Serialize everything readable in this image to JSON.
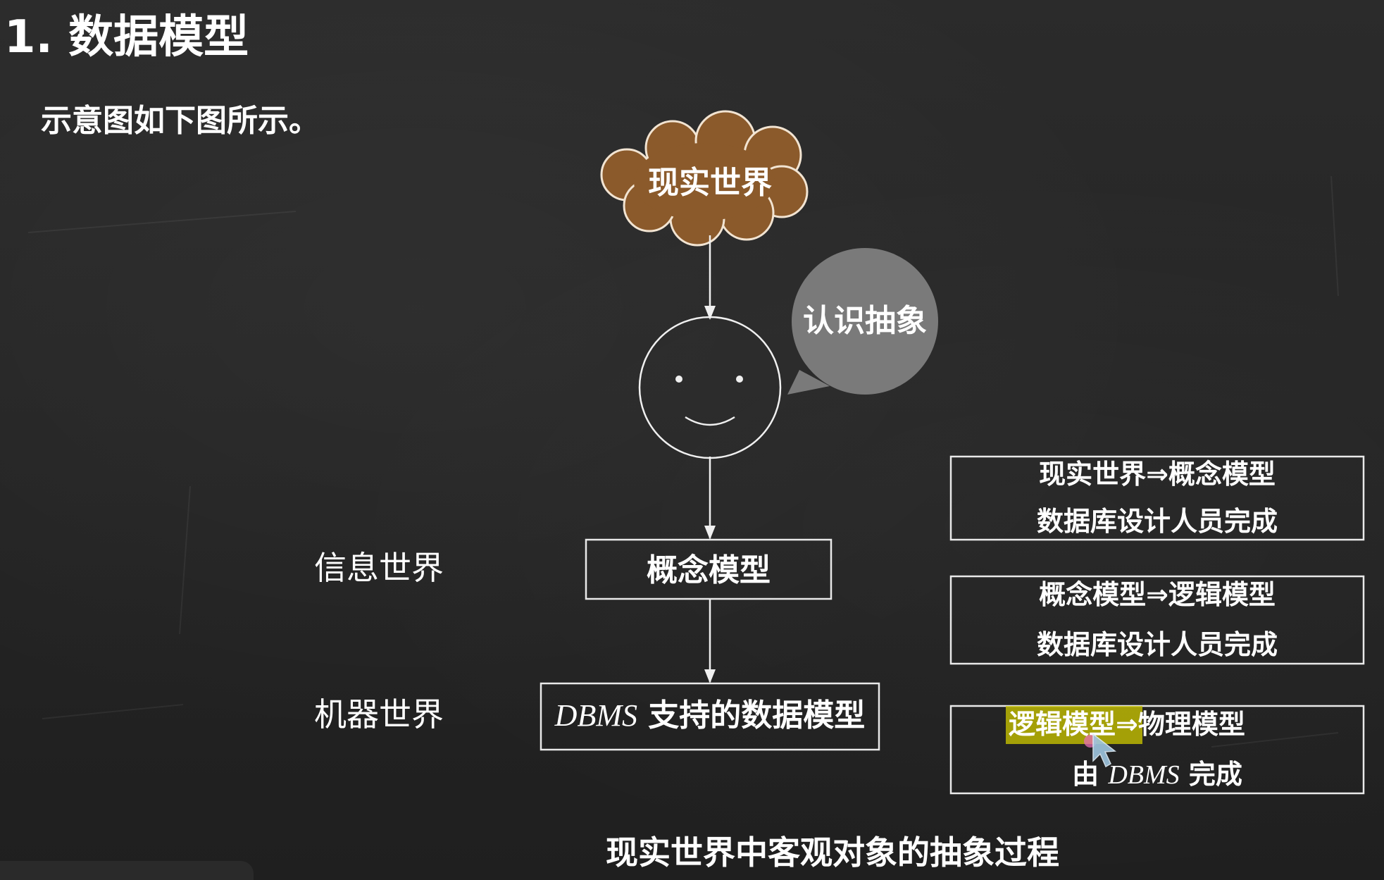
{
  "page": {
    "heading": "1. 数据模型",
    "subtitle": "示意图如下图所示。",
    "caption": "现实世界中客观对象的抽象过程"
  },
  "diagram": {
    "cloud_label": "现实世界",
    "bubble_label": "认识抽象",
    "concept_box": "概念模型",
    "dbms_box_italic": "DBMS",
    "dbms_box_rest": " 支持的数据模型",
    "side_labels": {
      "info_world": "信息世界",
      "machine_world": "机器世界"
    },
    "colors": {
      "cloud_fill": "#8b5a2b",
      "bubble_fill": "#7a7a7a",
      "highlight": "#c9c400"
    }
  },
  "notes": [
    {
      "line1": "现实世界⇒概念模型",
      "line2": "数据库设计人员完成"
    },
    {
      "line1": "概念模型⇒逻辑模型",
      "line2": "数据库设计人员完成"
    },
    {
      "line1_highlight": "逻辑模型",
      "line1_rest": "⇒物理模型",
      "line2_prefix": "由 ",
      "line2_italic": "DBMS",
      "line2_suffix": " 完成"
    }
  ]
}
